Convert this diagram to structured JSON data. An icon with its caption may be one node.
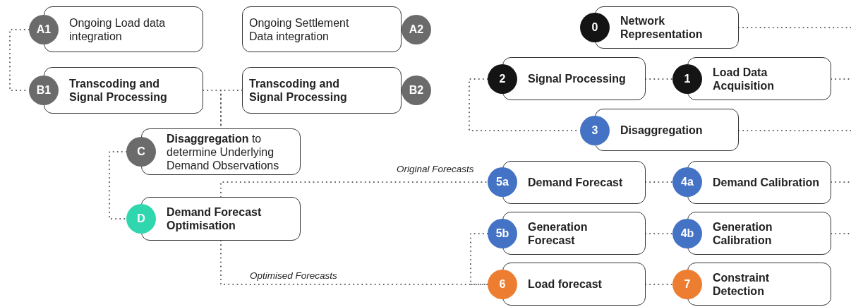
{
  "diagram": {
    "nodes": [
      {
        "text": [
          "A1",
          "Ongoing Load data integration"
        ]
      },
      {
        "text": [
          "Ongoing Settlement Data integration",
          "A2"
        ]
      },
      {
        "text": [
          "0",
          "Network Representation"
        ]
      },
      {
        "text": [
          "B1",
          "Transcoding and Signal Processing"
        ]
      },
      {
        "text": [
          "Transcoding and Signal Processing",
          "B2"
        ]
      },
      {
        "text": [
          "2",
          "Signal Processing"
        ]
      },
      {
        "text": [
          "1",
          "Load Data Acquisition"
        ]
      },
      {
        "text": [
          "3",
          "Disaggregation"
        ]
      },
      {
        "text": [
          "C",
          "**Disaggregation** to determine Underlying Demand Observations"
        ]
      },
      {
        "text": [
          "5a",
          "Demand Forecast"
        ]
      },
      {
        "text": [
          "4a",
          "Demand Calibration"
        ]
      },
      {
        "text": [
          "D",
          "Demand Forecast Optimisation"
        ]
      },
      {
        "text": [
          "5b",
          "Generation Forecast"
        ]
      },
      {
        "text": [
          "4b",
          "Generation Calibration"
        ]
      },
      {
        "text": [
          "6",
          "Load forecast"
        ]
      },
      {
        "text": [
          "7",
          "Constraint Detection"
        ]
      }
    ],
    "edges": [
      {
        "from": 0,
        "to": 3,
        "arrow": "none"
      },
      {
        "from": 3,
        "to": 8,
        "arrow": "none"
      },
      {
        "from": 4,
        "to": 8,
        "arrow": "none"
      },
      {
        "from": 2,
        "to": null,
        "arrow": "none"
      },
      {
        "from": 5,
        "to": 6,
        "arrow": "none"
      },
      {
        "from": 6,
        "to": null,
        "arrow": "none"
      },
      {
        "from": 5,
        "to": 7,
        "arrow": "none"
      },
      {
        "from": 7,
        "to": null,
        "arrow": "none"
      },
      {
        "from": 8,
        "to": 11,
        "arrow": "none"
      },
      {
        "from": 11,
        "to": 9,
        "arrow": "none",
        "label": "Original Forecasts"
      },
      {
        "from": 9,
        "to": 10,
        "arrow": "none"
      },
      {
        "from": 10,
        "to": null,
        "arrow": "none"
      },
      {
        "from": 12,
        "to": 13,
        "arrow": "none"
      },
      {
        "from": 13,
        "to": null,
        "arrow": "none"
      },
      {
        "from": 11,
        "to": 14,
        "arrow": "none",
        "label": "Optimised Forecasts"
      },
      {
        "from": 12,
        "to": 14,
        "arrow": "none"
      },
      {
        "from": 14,
        "to": 15,
        "arrow": "none"
      }
    ]
  }
}
